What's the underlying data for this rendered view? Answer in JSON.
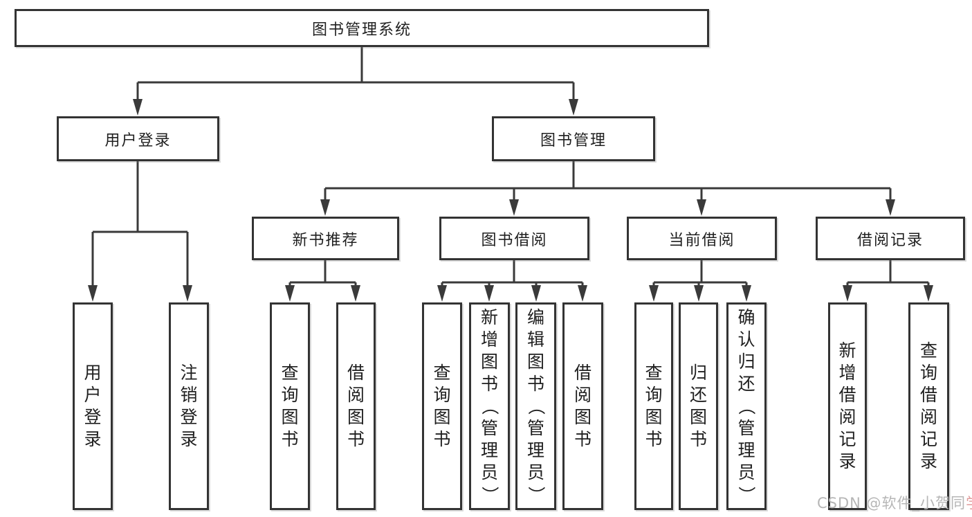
{
  "tree": {
    "root": "图书管理系统",
    "login": {
      "label": "用户登录",
      "children": [
        "用户登录",
        "注销登录"
      ]
    },
    "manage": {
      "label": "图书管理",
      "modules": [
        {
          "label": "新书推荐",
          "children": [
            "查询图书",
            "借阅图书"
          ]
        },
        {
          "label": "图书借阅",
          "children": [
            "查询图书",
            "新增图书（管理员）",
            "编辑图书（管理员）",
            "借阅图书"
          ]
        },
        {
          "label": "当前借阅",
          "children": [
            "查询图书",
            "归还图书",
            "确认归还（管理员）"
          ]
        },
        {
          "label": "借阅记录",
          "children": [
            "新增借阅记录",
            "查询借阅记录"
          ]
        }
      ]
    }
  },
  "watermark": {
    "prefix": "CSDN @软件_小贺同",
    "suffix": "学"
  },
  "colors": {
    "line": "#3a3a3a",
    "border": "#333333",
    "text": "#1f1f1f",
    "watermark": "#b6b6b6",
    "watermark_accent": "#e09a9a",
    "background": "#ffffff"
  }
}
